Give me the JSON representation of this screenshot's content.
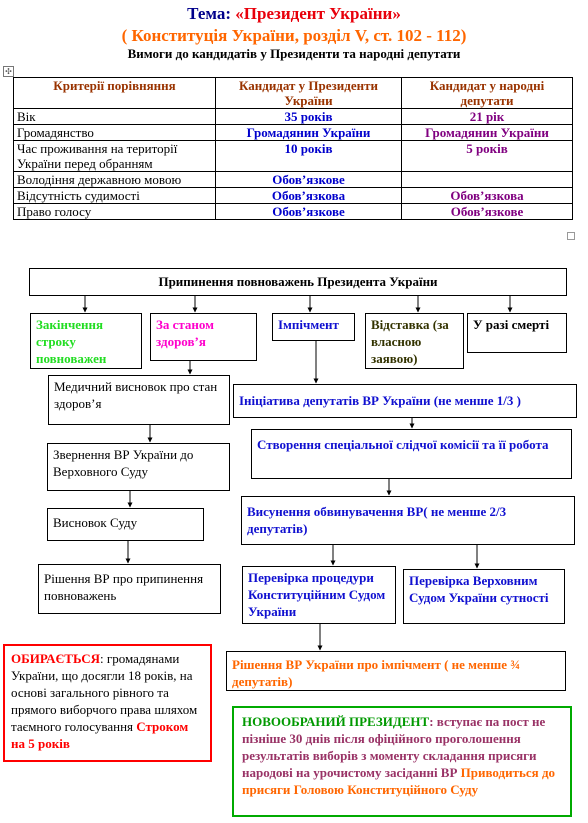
{
  "header": {
    "title_label": "Тема: ",
    "title_topic": "«Президент України»",
    "subtitle": "( Конституція України, розділ V, ст. 102 - 112)",
    "caption": "Вимоги до кандидатів у Президенти та народні депутати"
  },
  "table": {
    "headers": [
      "Критерії порівняння",
      "Кандидат у Президенти України",
      "Кандидат у народні депутати"
    ],
    "rows": [
      [
        "Вік",
        "35 років",
        "21 рік"
      ],
      [
        "Громадянство",
        "Громадянин України",
        "Громадянин України"
      ],
      [
        "Час проживання на території України перед обранням",
        "10 років",
        "5 років"
      ],
      [
        "Володіння державною мовою",
        "Обов’язкове",
        ""
      ],
      [
        "Відсутність судимості",
        "Обов’язкова",
        "Обов’язкова"
      ],
      [
        "Право голосу",
        "Обов’язкове",
        "Обов’язкове"
      ]
    ]
  },
  "flow": {
    "main": "Припинення повноважень Президента України",
    "term_end": "Закінчення строку повноважен",
    "health": "За станом здоров’я",
    "impeachment": "Імпічмент",
    "resignation": "Відставка (за власною заявою)",
    "death": "У разі смерті",
    "med_conclusion": "Медичний висновок про стан  здоров’я",
    "appeal": "Звернення ВР України до Верховного Суду",
    "court_conclusion": "Висновок Суду",
    "decision_end": "Рішення ВР про припинення повноважень",
    "initiative": "Ініціатива депутатів ВР України (не менше  1/3 )",
    "commission": "Створення спеціальної слідчої комісії та її робота",
    "charge": "Висунення обвинувачення ВР( не менше 2/3 депутатів)",
    "check_const": "Перевірка процедури Конституційним Судом України",
    "check_supreme": "Перевірка Верховним Судом України сутності",
    "decision_imp": "Рішення ВР України про імпічмент ( не менше ¾ депутатів)"
  },
  "elected": {
    "lead": "ОБИРАЄТЬСЯ",
    "body": ": громадянами України, що досягли 18 років, на основі загального рівного та прямого виборчого права шляхом таємного голосування ",
    "term": "Строком на 5 років"
  },
  "newpres": {
    "lead": "НОВООБРАНИЙ ПРЕЗИДЕНТ",
    "body": ": вступає па пост не пізніше 30 днів після офіційного проголошення результатів виборів з  моменту складання присяги народові на урочистому засіданні ВР ",
    "oath": "Приводиться до присяги Головою Конституційного Суду"
  }
}
